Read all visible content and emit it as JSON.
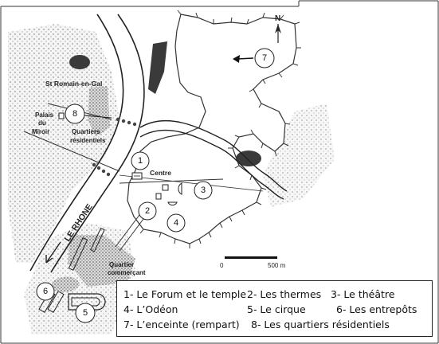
{
  "map": {
    "places": {
      "st_romain": "St Romain-en-Gal",
      "palais_1": "Palais",
      "palais_2": "du",
      "palais_3": "Miroir",
      "quartiers_1": "Quartiers",
      "quartiers_2": "résidentiels",
      "centre": "Centre",
      "quartier_1": "Quartier",
      "quartier_2": "commerçant",
      "river": "LE RHONE"
    },
    "north": "N",
    "scale": {
      "start": "0",
      "end": "500 m"
    },
    "markers": [
      "1",
      "2",
      "3",
      "4",
      "5",
      "6",
      "7",
      "8"
    ]
  },
  "legend": {
    "l1": "1- Le Forum  et  le temple",
    "l2": "2- Les thermes",
    "l3": "3- Le théâtre",
    "l4": "4- L’Odéon",
    "l5": "5- Le cirque",
    "l6": "6- Les entrepôts",
    "l7": "7- L’enceinte (rempart)",
    "l8": "8- Les quartiers résidentiels"
  }
}
